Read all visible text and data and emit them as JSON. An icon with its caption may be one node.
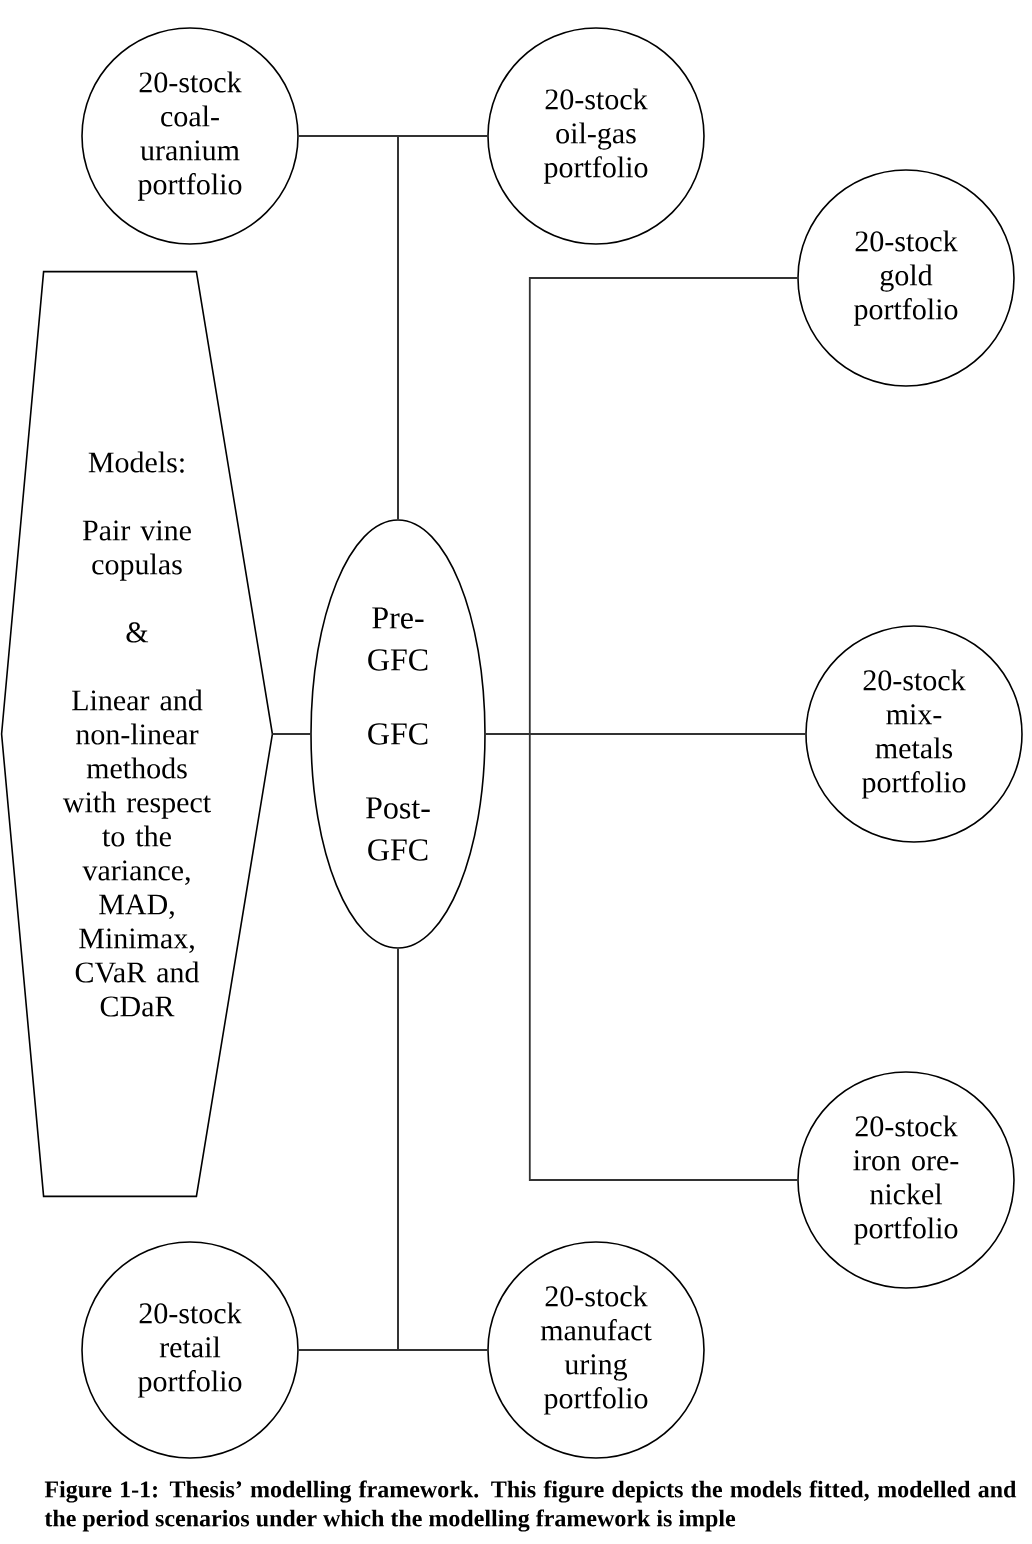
{
  "diagram": {
    "caption": "Figure 1-1: Thesis’ modelling framework. This figure depicts the models fitted, modelled and the period scenarios under which the modelling framework is imple",
    "nodes": [
      {
        "text": [
          "20-stock coal-uranium portfolio"
        ]
      },
      {
        "text": [
          "20-stock oil-gas portfolio"
        ]
      },
      {
        "text": [
          "20-stock gold portfolio"
        ]
      },
      {
        "text": [
          "Models:",
          "Pair vine copulas",
          "&",
          "Linear and non-linear methods with respect to the variance, MAD, Minimax, CVaR and CDaR"
        ]
      },
      {
        "text": [
          "Pre-GFC",
          "GFC",
          "Post-GFC"
        ]
      },
      {
        "text": [
          "20-stock mix-metals portfolio"
        ]
      },
      {
        "text": [
          "20-stock iron ore-nickel portfolio"
        ]
      },
      {
        "text": [
          "20-stock retail portfolio"
        ]
      },
      {
        "text": [
          "20-stock manufact uring portfolio"
        ]
      }
    ],
    "edges": [
      {
        "from": 4,
        "to": 0,
        "arrow": "none"
      },
      {
        "from": 4,
        "to": 1,
        "arrow": "none"
      },
      {
        "from": 3,
        "to": 4,
        "arrow": "none"
      },
      {
        "from": 4,
        "to": 2,
        "arrow": "none"
      },
      {
        "from": 4,
        "to": 5,
        "arrow": "none"
      },
      {
        "from": 4,
        "to": 6,
        "arrow": "none"
      },
      {
        "from": 4,
        "to": 7,
        "arrow": "none"
      },
      {
        "from": 4,
        "to": 8,
        "arrow": "none"
      }
    ]
  }
}
